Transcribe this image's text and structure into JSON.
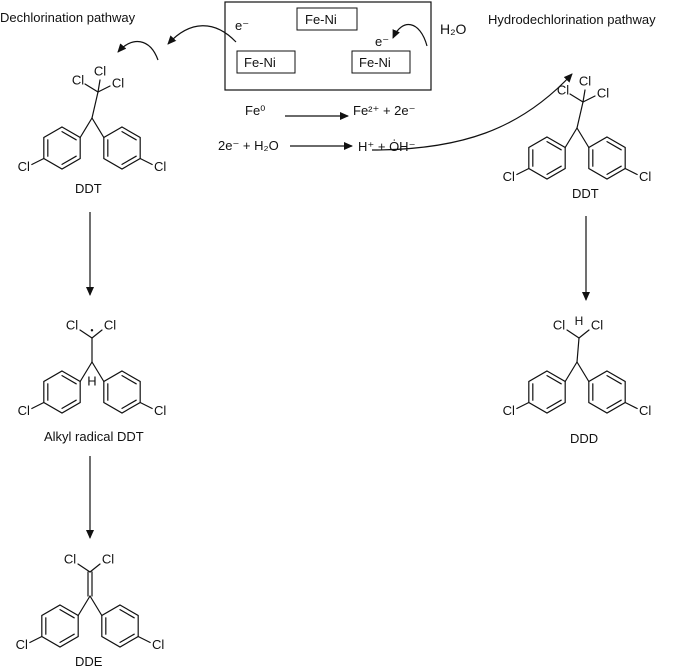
{
  "titles": {
    "left_pathway": "Dechlorination pathway",
    "right_pathway": "Hydrodechlorination pathway"
  },
  "box": {
    "electron": "e⁻",
    "particle_top": "Fe-Ni",
    "particle_left": "Fe-Ni",
    "particle_right": "Fe-Ni",
    "electron_right": "e⁻",
    "water": "H₂O"
  },
  "reactions": {
    "r1_left": "Fe⁰",
    "r1_right": "Fe²⁺ + 2e⁻",
    "r2_left": "2e⁻ + H₂O",
    "r2_right": "H⁺ + ȮH⁻"
  },
  "atoms": {
    "cl": "Cl",
    "h": "H"
  },
  "compounds": {
    "ddt_left": "DDT",
    "radical": "Alkyl radical DDT",
    "dde": "DDE",
    "ddt_right": "DDT",
    "ddd": "DDD"
  }
}
